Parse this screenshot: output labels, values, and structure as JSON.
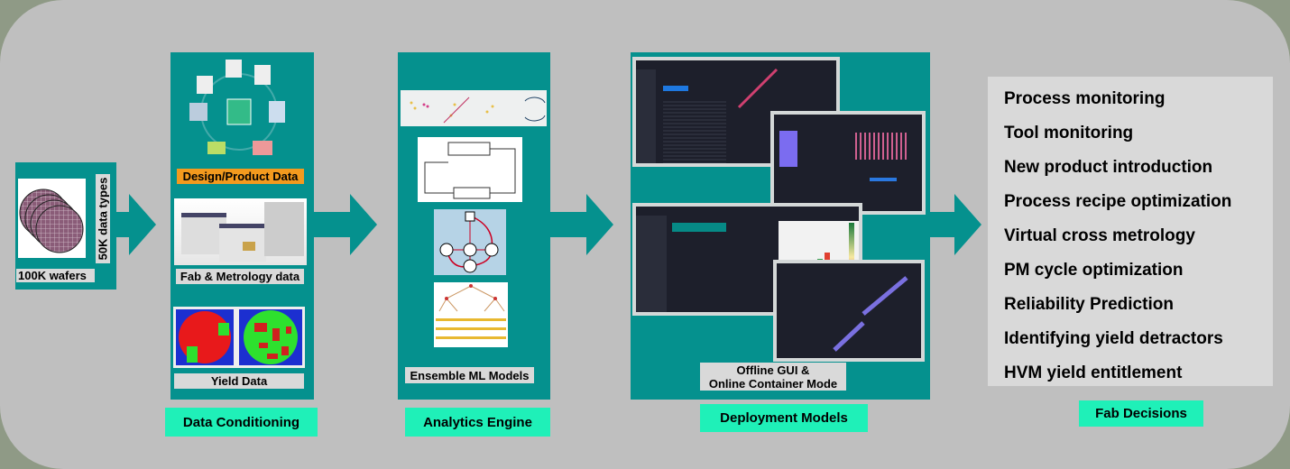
{
  "sources": {
    "wafers_label": "100K wafers",
    "data_types_label": "50K data types"
  },
  "data_conditioning": {
    "items": [
      "Design/Product Data",
      "Fab & Metrology data",
      "Yield Data"
    ],
    "title": "Data Conditioning"
  },
  "analytics": {
    "inner_label": "Ensemble ML Models",
    "title": "Analytics Engine"
  },
  "deployment": {
    "inner_label_line1": "Offline GUI &",
    "inner_label_line2": "Online Container Mode",
    "title": "Deployment Models"
  },
  "decisions": {
    "items": [
      "Process monitoring",
      "Tool monitoring",
      "New product introduction",
      "Process recipe optimization",
      "Virtual cross metrology",
      "PM cycle optimization",
      "Reliability Prediction",
      "Identifying yield detractors",
      "HVM yield entitlement"
    ],
    "title": "Fab Decisions"
  },
  "colors": {
    "teal": "#05918e",
    "label_mint": "#1ff0b8",
    "design_label": "#f39a1e",
    "background": "#bfbfbf"
  }
}
